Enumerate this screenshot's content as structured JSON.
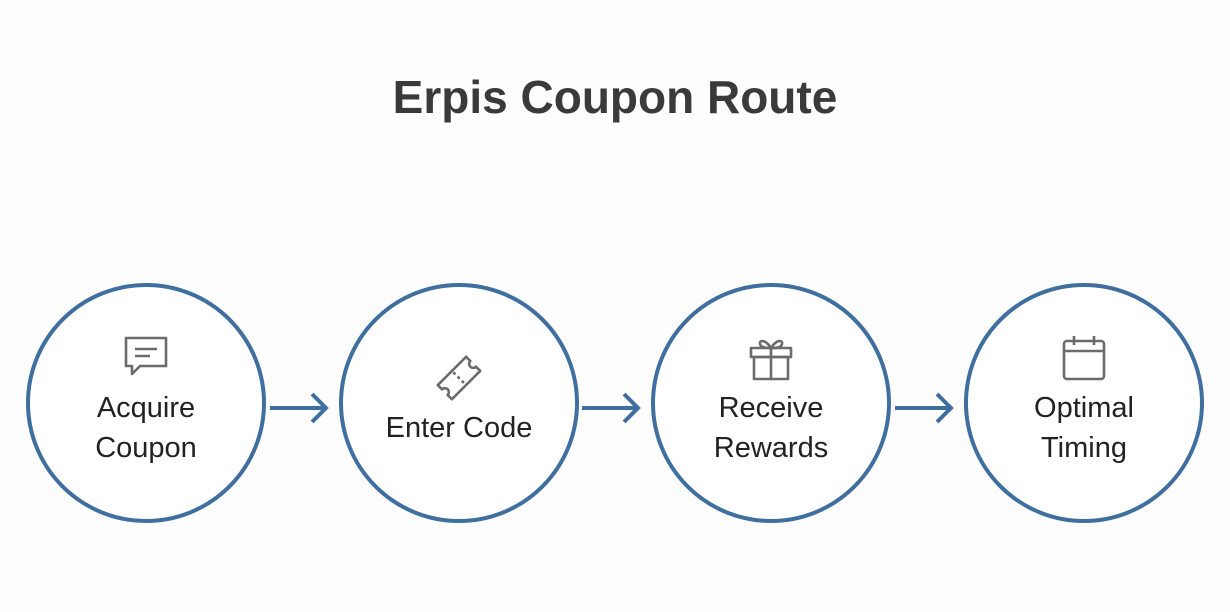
{
  "title": "Erpis Coupon Route",
  "colors": {
    "accent": "#3f6f9f",
    "icon": "#6b6b6b",
    "text": "#222222"
  },
  "steps": [
    {
      "label_line1": "Acquire",
      "label_line2": "Coupon",
      "icon": "chat-message-icon"
    },
    {
      "label_line1": "Enter Code",
      "label_line2": "",
      "icon": "ticket-icon"
    },
    {
      "label_line1": "Receive",
      "label_line2": "Rewards",
      "icon": "gift-icon"
    },
    {
      "label_line1": "Optimal",
      "label_line2": "Timing",
      "icon": "calendar-icon"
    }
  ]
}
